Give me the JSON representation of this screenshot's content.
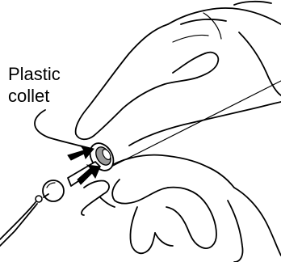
{
  "diagram": {
    "callout": {
      "line1": "Plastic",
      "line2": "collet"
    },
    "colors": {
      "ink": "#000000",
      "background": "#ffffff",
      "collet_shade": "#9a9a9a"
    },
    "icons": [
      "hand-illustration",
      "arrow-icon",
      "probe-ball-icon",
      "cable"
    ]
  }
}
